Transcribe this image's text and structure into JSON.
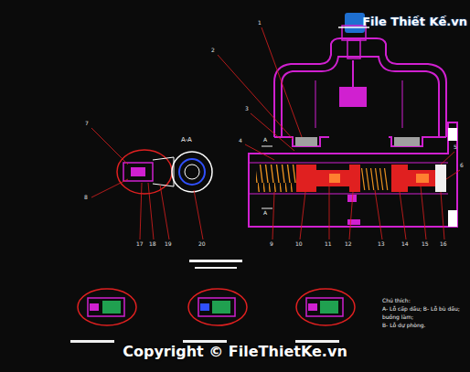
{
  "diagram": {
    "labels": [
      "File Thiết Kế.vn",
      "A-A",
      "A",
      "A",
      "1",
      "2",
      "3",
      "4",
      "5",
      "6",
      "7",
      "8",
      "9",
      "10",
      "11",
      "12",
      "13",
      "14",
      "15",
      "16",
      "17",
      "18",
      "19",
      "20",
      "Chú thích:",
      "A- Lỗ cấp dầu; B- Lỗ bù dầu;",
      "buồng làm;",
      "B- Lỗ dự phòng.",
      "Copyright © FileThietKe.vn"
    ]
  }
}
